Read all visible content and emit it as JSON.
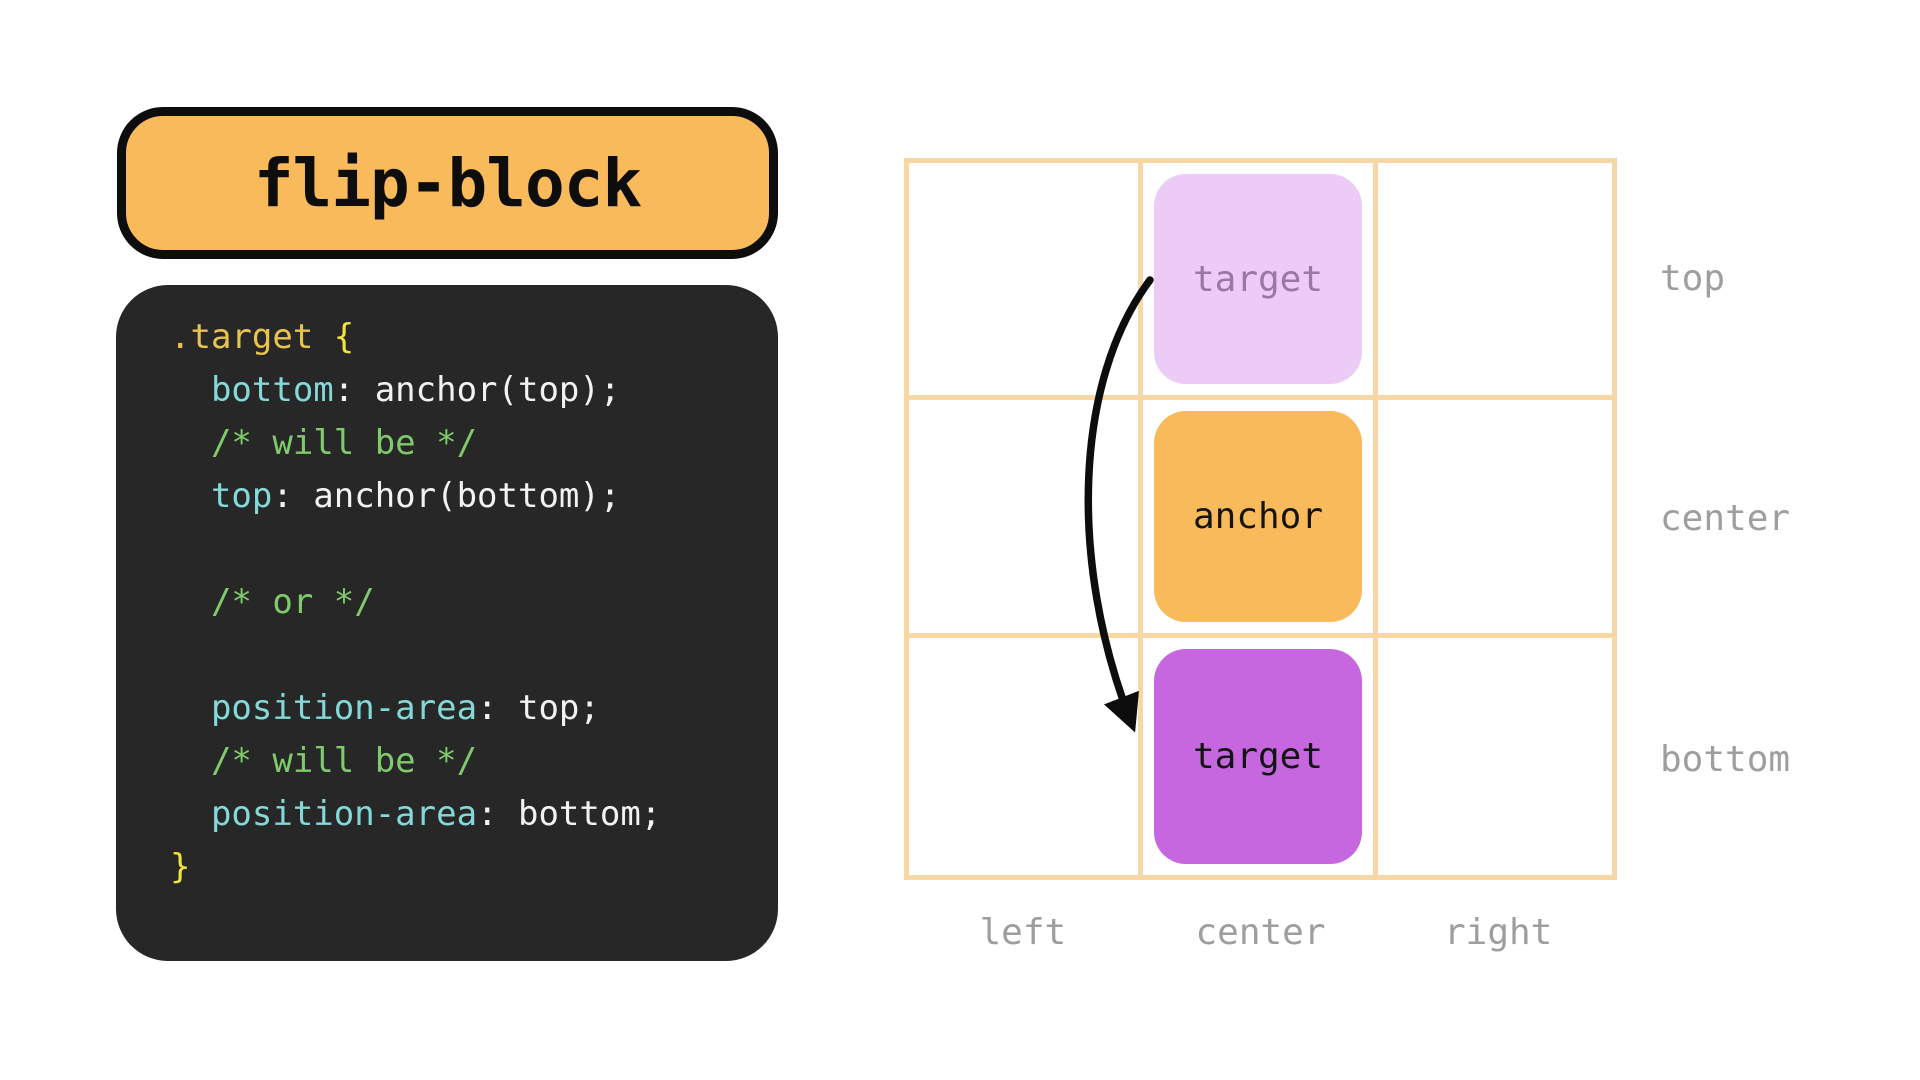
{
  "title": {
    "label": "flip-block"
  },
  "code": {
    "lines": [
      {
        "tokens": [
          {
            "type": "selector",
            "text": ".target"
          },
          {
            "type": "plain",
            "text": " "
          },
          {
            "type": "punct",
            "text": "{"
          }
        ]
      },
      {
        "tokens": [
          {
            "type": "prop",
            "text": "  bottom"
          },
          {
            "type": "plain",
            "text": ": anchor(top);"
          }
        ]
      },
      {
        "tokens": [
          {
            "type": "comment",
            "text": "  /* will be */"
          }
        ]
      },
      {
        "tokens": [
          {
            "type": "prop",
            "text": "  top"
          },
          {
            "type": "plain",
            "text": ": anchor(bottom);"
          }
        ]
      },
      {
        "tokens": []
      },
      {
        "tokens": [
          {
            "type": "comment",
            "text": "  /* or */"
          }
        ]
      },
      {
        "tokens": []
      },
      {
        "tokens": [
          {
            "type": "prop",
            "text": "  position-area"
          },
          {
            "type": "plain",
            "text": ": top;"
          }
        ]
      },
      {
        "tokens": [
          {
            "type": "comment",
            "text": "  /* will be */"
          }
        ]
      },
      {
        "tokens": [
          {
            "type": "prop",
            "text": "  position-area"
          },
          {
            "type": "plain",
            "text": ": bottom;"
          }
        ]
      },
      {
        "tokens": [
          {
            "type": "punct",
            "text": "}"
          }
        ]
      }
    ]
  },
  "diagram": {
    "row_labels": [
      "top",
      "center",
      "bottom"
    ],
    "col_labels": [
      "left",
      "center",
      "right"
    ],
    "boxes": [
      {
        "label": "target",
        "variant": "faded",
        "position": "top-center"
      },
      {
        "label": "anchor",
        "variant": "anchor",
        "position": "center-center"
      },
      {
        "label": "target",
        "variant": "active",
        "position": "bottom-center"
      }
    ],
    "arrow": {
      "from": "target-top",
      "to": "target-bottom"
    }
  },
  "colors": {
    "page_bg": "#ffffff",
    "pill_bg": "#f9ba5c",
    "pill_border": "#0d0d0d",
    "code_bg": "#272727",
    "code_selector": "#e8c44f",
    "code_brace": "#f2e53a",
    "code_property": "#84d9d8",
    "code_plain": "#f2f2f2",
    "code_comment": "#80c96c",
    "grid_line": "#f7d7a3",
    "axis_label_gray": "#9e9e9e",
    "box_target_faded_bg": "#eccbf6",
    "box_target_faded_text": "#9a77a5",
    "box_anchor_bg": "#f9ba5c",
    "box_target_active_bg": "#c767e0",
    "arrow": "#0d0d0d"
  }
}
